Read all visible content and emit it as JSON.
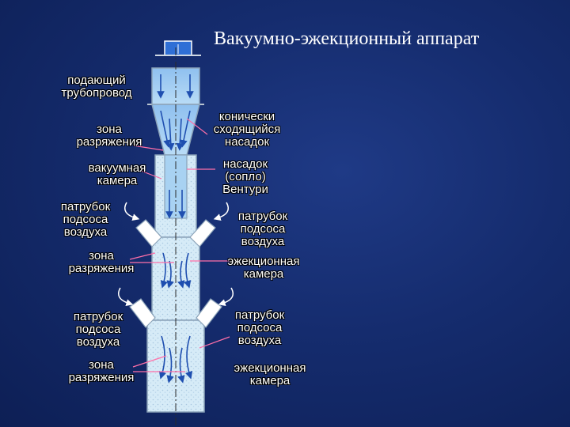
{
  "title": "Вакуумно-эжекционный аппарат",
  "labels": {
    "feed_pipe": "подающий\nтрубопровод",
    "rarefaction_zone_1": "зона\nразряжения",
    "vacuum_chamber": "вакуумная\nкамера",
    "air_suction_pipe_left_1": "патрубок\nподсоса\nвоздуха",
    "rarefaction_zone_2": "зона\nразряжения",
    "air_suction_pipe_left_2": "патрубок\nподсоса\nвоздуха",
    "rarefaction_zone_3": "зона\nразряжения",
    "conical_nozzle": "конически\nсходящийся\nнасадок",
    "venturi_nozzle": "насадок\n(сопло)\nВентури",
    "air_suction_pipe_right_1": "патрубок\nподсоса\nвоздуха",
    "ejection_chamber_1": "эжекционная\nкамера",
    "air_suction_pipe_right_2": "патрубок\nподсоса\nвоздуха",
    "ejection_chamber_2": "эжекционная\nкамера"
  },
  "colors": {
    "pipe_fill": "#cfe6f5",
    "pipe_top": "#9fc8ee",
    "outline": "#8aa2b8",
    "arrow": "#1f4fb0",
    "leader": "#ff6fa8"
  }
}
